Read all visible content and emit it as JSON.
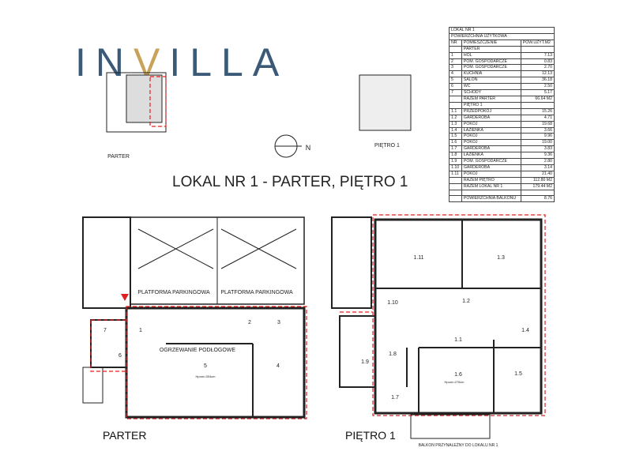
{
  "logo": {
    "text_a": "IN",
    "text_v": "V",
    "text_b": "ILLA"
  },
  "title": "LOKAL NR 1 -  PARTER, PIĘTRO 1",
  "keyplan": {
    "parter": "PARTER",
    "pietro": "PIĘTRO 1",
    "north": "N"
  },
  "plans": {
    "parter": "PARTER",
    "pietro": "PIĘTRO 1",
    "platform1": "PLATFORMA  PARKINGOWA",
    "platform2": "PLATFORMA  PARKINGOWA",
    "heating": "OGRZEWANIE PODŁOGOWE",
    "height_p": "Hpom=304cm",
    "height_1": "Hpom=270cm",
    "balcony": "BALKON PRZYNALEŻNY DO LOKALU NR 1",
    "rooms_p": [
      "1",
      "2",
      "3",
      "4",
      "5",
      "6",
      "7"
    ],
    "rooms_1": [
      "1.1",
      "1.2",
      "1.3",
      "1.4",
      "1.5",
      "1.6",
      "1.7",
      "1.8",
      "1.9",
      "1.10",
      "1.11"
    ]
  },
  "table": {
    "title": "LOKAL  NR  1",
    "subtitle": "POWIERZCHNIA  UŻYTKOWA",
    "headers": [
      "NR",
      "POMIESZCZENIE",
      "POW.UŻYT.M2"
    ],
    "parter_label": "PARTER",
    "parter": [
      [
        "1",
        "HOL",
        "7.13"
      ],
      [
        "2",
        "POM. GOSPODARCZE",
        "0.83"
      ],
      [
        "3",
        "POM. GOSPODARCZE",
        "2.70"
      ],
      [
        "4",
        "KUCHNIA",
        "12.13"
      ],
      [
        "5",
        "SALON",
        "36.18"
      ],
      [
        "6",
        "WC",
        "2.50"
      ],
      [
        "7",
        "SCHODY",
        "5.17"
      ]
    ],
    "parter_total": [
      "RAZEM  PARTER",
      "66.64  M2"
    ],
    "pietro_label": "PIĘTRO  1",
    "pietro": [
      [
        "1.1",
        "PRZEDPOKÓJ",
        "15.26"
      ],
      [
        "1.2",
        "GARDEROBA",
        "4.71"
      ],
      [
        "1.3",
        "POKÓJ",
        "19.68"
      ],
      [
        "1.4",
        "ŁAZIENKA",
        "3.66"
      ],
      [
        "1.5",
        "POKÓJ",
        "9.96"
      ],
      [
        "1.6",
        "POKÓJ",
        "19.00"
      ],
      [
        "1.7",
        "GARDEROBA",
        "3.83"
      ],
      [
        "1.8",
        "ŁAZIENKA",
        "9.36"
      ],
      [
        "1.9",
        "POM. GOSPODARCZE",
        "2.80"
      ],
      [
        "1.10",
        "GARDEROBA",
        "3.14"
      ],
      [
        "1.11",
        "POKÓJ",
        "21.40"
      ]
    ],
    "pietro_total": [
      "RAZEM  PIĘTRO",
      "112.80  M2"
    ],
    "lokal_total": [
      "RAZEM  LOKAL  NR  1",
      "179.44  M2"
    ],
    "balkon": [
      "POWIERZCHNIA  BALKONU",
      "8.76"
    ]
  },
  "colors": {
    "logo": "#3a5a78",
    "accent": "#c9a25a",
    "boundary": "#e02020"
  }
}
